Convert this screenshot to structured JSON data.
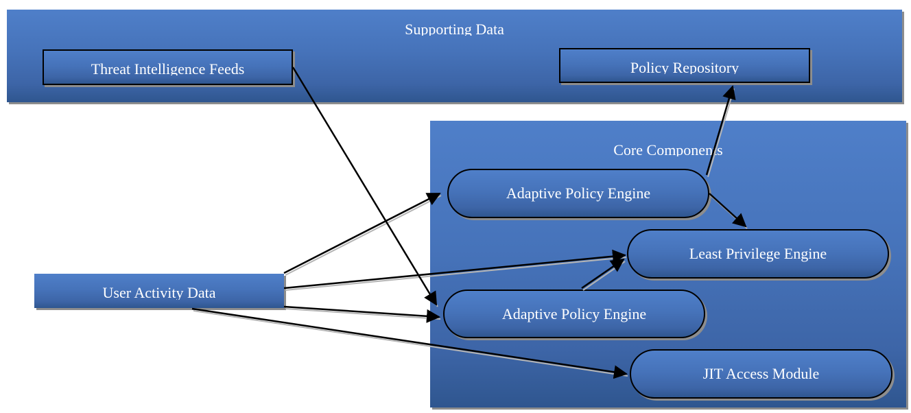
{
  "supporting_data": {
    "title": "Supporting Data",
    "threat_intel": "Threat Intelligence Feeds",
    "policy_repo": "Policy Repository"
  },
  "core_components": {
    "title": "Core Components",
    "adaptive_top": "Adaptive Policy Engine",
    "least_privilege": "Least Privilege Engine",
    "adaptive_bottom": "Adaptive Policy Engine",
    "jit": "JIT Access Module"
  },
  "user_activity": "User Activity Data",
  "colors": {
    "box_fill_top": "#4f7fc9",
    "box_fill_bottom": "#2f568f",
    "border": "#000000",
    "text": "#ffffff"
  }
}
